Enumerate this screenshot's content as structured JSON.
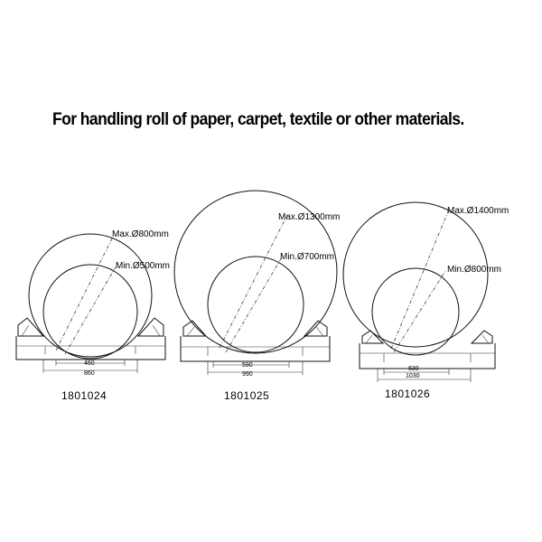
{
  "title": "For handling roll of paper, carpet, textile or other materials.",
  "models": [
    {
      "max_label": "Max.Ø800mm",
      "min_label": "Min.Ø500mm",
      "inner_dim": "460",
      "outer_dim": "860",
      "code": "1801024"
    },
    {
      "max_label": "Max.Ø1300mm",
      "min_label": "Min.Ø700mm",
      "inner_dim": "590",
      "outer_dim": "990",
      "code": "1801025"
    },
    {
      "max_label": "Max.Ø1400mm",
      "min_label": "Min.Ø800mm",
      "inner_dim": "630",
      "outer_dim": "1030",
      "code": "1801026"
    }
  ]
}
